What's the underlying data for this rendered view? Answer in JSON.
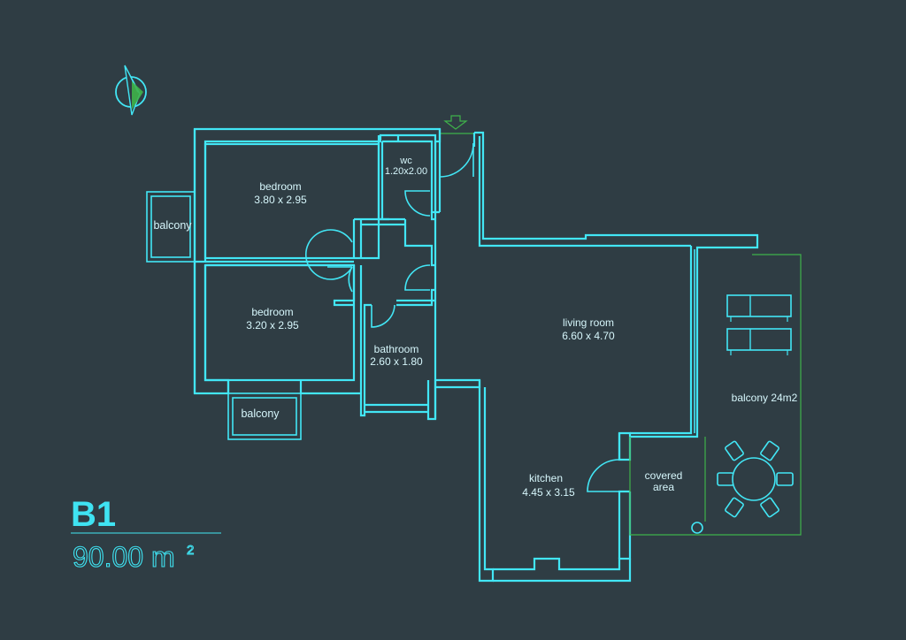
{
  "unit": {
    "code": "B1",
    "area": "90.00 m",
    "area_sup": "2"
  },
  "rooms": {
    "bedroom1": {
      "name": "bedroom",
      "dims": "3.80 x 2.95"
    },
    "bedroom2": {
      "name": "bedroom",
      "dims": "3.20 x 2.95"
    },
    "wc": {
      "name": "wc",
      "dims": "1.20x2.00"
    },
    "bathroom": {
      "name": "bathroom",
      "dims": "2.60 x 1.80"
    },
    "living": {
      "name": "living room",
      "dims": "6.60 x 4.70"
    },
    "kitchen": {
      "name": "kitchen",
      "dims": "4.45 x 3.15"
    },
    "covered_line1": "covered",
    "covered_line2": "area",
    "balcony_left": "balcony",
    "balcony_bottom": "balcony",
    "balcony_big": "balcony 24m2"
  },
  "colors": {
    "background": "#2f3d44",
    "walls": "#42e6f5",
    "terrace": "#3fb24a",
    "text": "#d6f6fb"
  },
  "icons": {
    "compass": "north-arrow-icon",
    "entrance": "entrance-arrow-icon"
  }
}
